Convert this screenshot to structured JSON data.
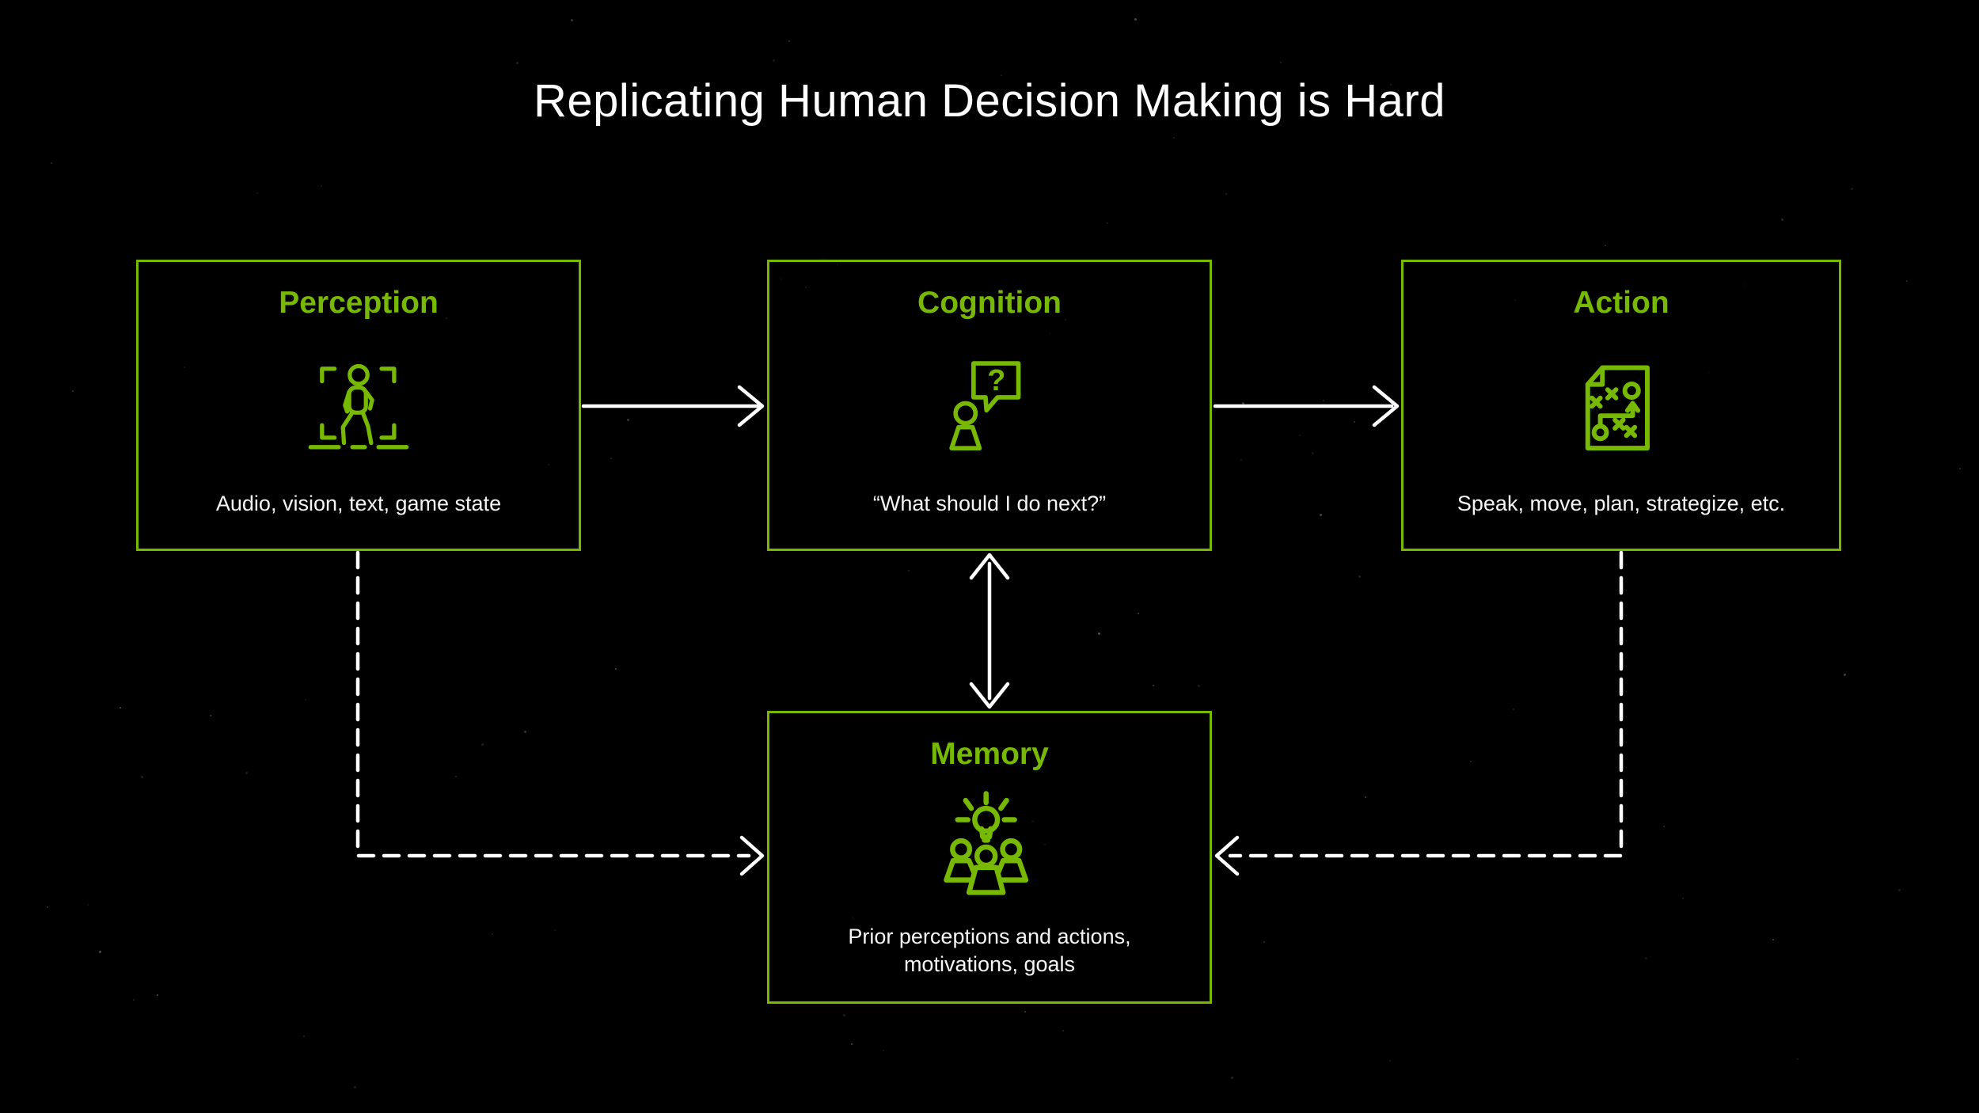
{
  "slide": {
    "title": "Replicating Human Decision Making is Hard"
  },
  "colors": {
    "background": "#000000",
    "accent_green": "#76b900",
    "arrow_white": "#ffffff",
    "text_white": "#f5f5f5"
  },
  "boxes": {
    "perception": {
      "title": "Perception",
      "description": "Audio, vision, text, game state",
      "icon": "person-detection-icon"
    },
    "cognition": {
      "title": "Cognition",
      "description": "“What should I do next?”",
      "icon": "person-question-bubble-icon"
    },
    "action": {
      "title": "Action",
      "description": "Speak, move, plan, strategize, etc.",
      "icon": "strategy-plan-document-icon"
    },
    "memory": {
      "title": "Memory",
      "description": "Prior perceptions and actions, motivations, goals",
      "icon": "team-lightbulb-icon"
    }
  },
  "connections": [
    {
      "from": "Perception",
      "to": "Cognition",
      "style": "solid",
      "direction": "one-way"
    },
    {
      "from": "Cognition",
      "to": "Action",
      "style": "solid",
      "direction": "one-way"
    },
    {
      "from": "Cognition",
      "to": "Memory",
      "style": "solid",
      "direction": "two-way"
    },
    {
      "from": "Perception",
      "to": "Memory",
      "style": "dashed",
      "direction": "one-way"
    },
    {
      "from": "Action",
      "to": "Memory",
      "style": "dashed",
      "direction": "one-way"
    }
  ]
}
